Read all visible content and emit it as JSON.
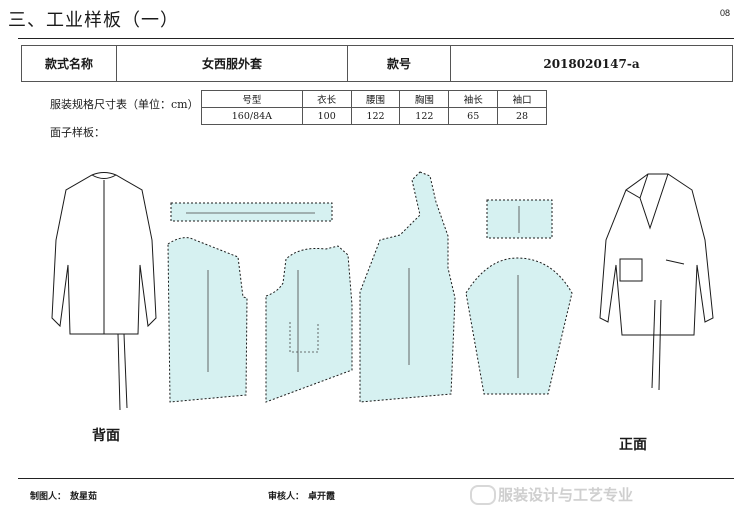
{
  "page": {
    "title": "三、工业样板（一）",
    "page_number": "08"
  },
  "header": {
    "style_name_label": "款式名称",
    "style_name_value": "女西服外套",
    "style_no_label": "款号",
    "style_no_value": "2018020147-a"
  },
  "spec": {
    "caption": "服装规格尺寸表（单位：cm）",
    "columns": [
      "号型",
      "衣长",
      "腰围",
      "胸围",
      "袖长",
      "袖口"
    ],
    "values": [
      "160/84A",
      "100",
      "122",
      "122",
      "65",
      "28"
    ]
  },
  "fabric_label": "面子样板：",
  "views": {
    "back": "背面",
    "front": "正面"
  },
  "footer": {
    "drafter_label": "制图人：",
    "drafter_value": "敖星茹",
    "reviewer_label": "审核人：",
    "reviewer_value": "卓开霞"
  },
  "watermark": "服装设计与工艺专业",
  "colors": {
    "pattern_fill": "#d6f1f1",
    "outline": "#1a1a1a",
    "grain": "#444444"
  }
}
